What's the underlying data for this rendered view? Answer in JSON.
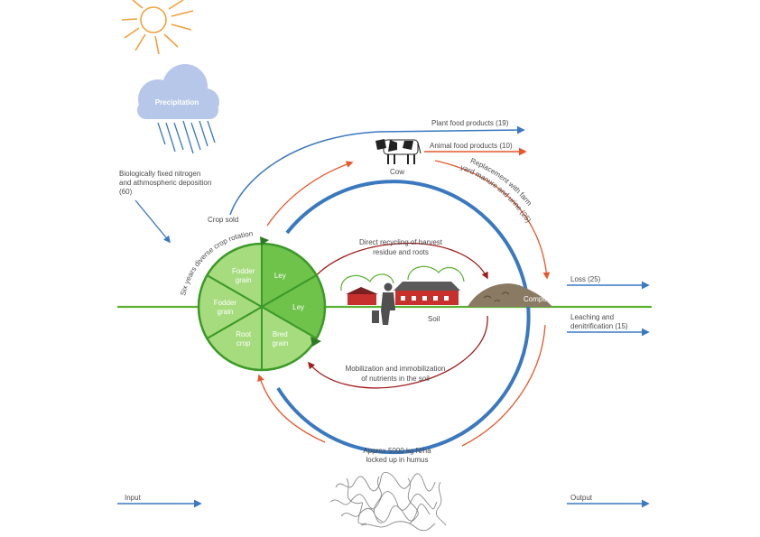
{
  "colors": {
    "blue": "#3a78c0",
    "orange": "#e8562a",
    "darkred": "#a11d1d",
    "green_line": "#5cb230",
    "wheel_light": "#a6dc7e",
    "wheel_dark": "#6fc24a",
    "wheel_border": "#3c9a28",
    "sun": "#f2a13a",
    "cloud": "#b6c7ea",
    "barn": "#c8302e",
    "compost": "#8a7a64"
  },
  "icons": [
    "sun-icon",
    "cloud-icon",
    "rain-icon",
    "cow-icon",
    "farm-icon",
    "farmer-icon",
    "compost-icon",
    "humus-icon"
  ],
  "labels": {
    "precipitation": "Precipitation",
    "deposition_1": "Biologically fixed nitrogen",
    "deposition_2": "and athmospheric deposition",
    "deposition_3": "(60)",
    "crop_sold": "Crop sold",
    "plant_food": "Plant food products (19)",
    "animal_food": "Animal food products (10)",
    "cow": "Cow",
    "replacement_1": "Replacement with farm",
    "replacement_2": "yard manure and urine (25)",
    "direct_recycling_1": "Direct recycling of harvest",
    "direct_recycling_2": "residue and roots",
    "compost": "Compost",
    "soil": "Soil",
    "loss": "Loss (25)",
    "leaching_1": "Leaching and",
    "leaching_2": "denitrification (15)",
    "mobilization_1": "Mobilization and immobilization",
    "mobilization_2": "of nutrients in the soil",
    "humus_1": "Approx 5000 kg N/ha",
    "humus_2": "locked up in humus",
    "rotation": "Six years diverse crop rotation",
    "input": "Input",
    "output": "Output"
  },
  "wheel": [
    {
      "name": "wheel-segment-ley-1",
      "l1": "Ley",
      "l2": ""
    },
    {
      "name": "wheel-segment-ley-2",
      "l1": "Ley",
      "l2": ""
    },
    {
      "name": "wheel-segment-bred-grain",
      "l1": "Bred",
      "l2": "grain"
    },
    {
      "name": "wheel-segment-root-crop",
      "l1": "Root",
      "l2": "crop"
    },
    {
      "name": "wheel-segment-fodder-grain-2",
      "l1": "Fodder",
      "l2": "grain"
    },
    {
      "name": "wheel-segment-fodder-grain-1",
      "l1": "Fodder",
      "l2": "grain"
    }
  ]
}
